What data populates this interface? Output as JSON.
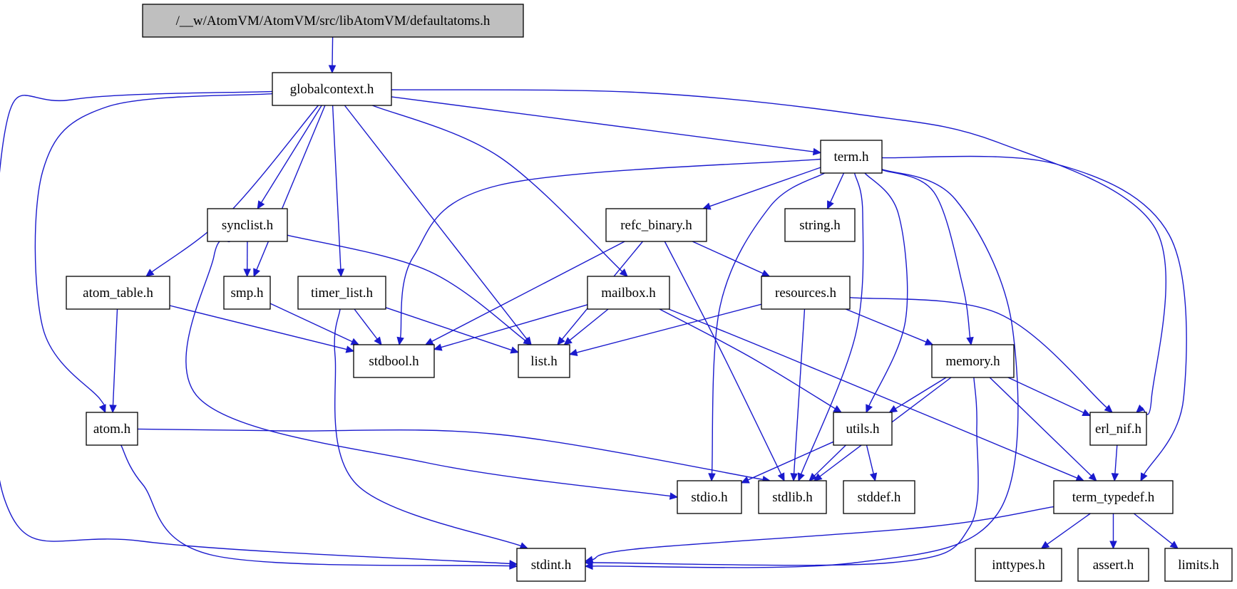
{
  "graph": {
    "nodes": [
      {
        "id": "defaultatoms",
        "label": "/__w/AtomVM/AtomVM/src/libAtomVM/defaultatoms.h",
        "root": true
      },
      {
        "id": "globalcontext",
        "label": "globalcontext.h"
      },
      {
        "id": "term",
        "label": "term.h"
      },
      {
        "id": "synclist",
        "label": "synclist.h"
      },
      {
        "id": "refc_binary",
        "label": "refc_binary.h"
      },
      {
        "id": "string",
        "label": "string.h"
      },
      {
        "id": "atom_table",
        "label": "atom_table.h"
      },
      {
        "id": "smp",
        "label": "smp.h"
      },
      {
        "id": "timer_list",
        "label": "timer_list.h"
      },
      {
        "id": "mailbox",
        "label": "mailbox.h"
      },
      {
        "id": "resources",
        "label": "resources.h"
      },
      {
        "id": "stdbool",
        "label": "stdbool.h"
      },
      {
        "id": "list",
        "label": "list.h"
      },
      {
        "id": "memory",
        "label": "memory.h"
      },
      {
        "id": "atom",
        "label": "atom.h"
      },
      {
        "id": "utils",
        "label": "utils.h"
      },
      {
        "id": "erl_nif",
        "label": "erl_nif.h"
      },
      {
        "id": "stdio",
        "label": "stdio.h"
      },
      {
        "id": "stdlib",
        "label": "stdlib.h"
      },
      {
        "id": "stddef",
        "label": "stddef.h"
      },
      {
        "id": "term_typedef",
        "label": "term_typedef.h"
      },
      {
        "id": "stdint",
        "label": "stdint.h"
      },
      {
        "id": "inttypes",
        "label": "inttypes.h"
      },
      {
        "id": "assert",
        "label": "assert.h"
      },
      {
        "id": "limits",
        "label": "limits.h"
      }
    ],
    "edges": [
      {
        "from": "defaultatoms",
        "to": "globalcontext"
      },
      {
        "from": "globalcontext",
        "to": "term"
      },
      {
        "from": "globalcontext",
        "to": "synclist"
      },
      {
        "from": "globalcontext",
        "to": "atom_table"
      },
      {
        "from": "globalcontext",
        "to": "smp"
      },
      {
        "from": "globalcontext",
        "to": "timer_list"
      },
      {
        "from": "globalcontext",
        "to": "mailbox"
      },
      {
        "from": "globalcontext",
        "to": "list"
      },
      {
        "from": "globalcontext",
        "to": "atom"
      },
      {
        "from": "globalcontext",
        "to": "stdint"
      },
      {
        "from": "globalcontext",
        "to": "erl_nif"
      },
      {
        "from": "term",
        "to": "refc_binary"
      },
      {
        "from": "term",
        "to": "string"
      },
      {
        "from": "term",
        "to": "stdbool"
      },
      {
        "from": "term",
        "to": "stdio"
      },
      {
        "from": "term",
        "to": "stdlib"
      },
      {
        "from": "term",
        "to": "utils"
      },
      {
        "from": "term",
        "to": "memory"
      },
      {
        "from": "term",
        "to": "stdint"
      },
      {
        "from": "term",
        "to": "term_typedef"
      },
      {
        "from": "synclist",
        "to": "smp"
      },
      {
        "from": "synclist",
        "to": "list"
      },
      {
        "from": "synclist",
        "to": "stdio"
      },
      {
        "from": "refc_binary",
        "to": "resources"
      },
      {
        "from": "refc_binary",
        "to": "stdbool"
      },
      {
        "from": "refc_binary",
        "to": "list"
      },
      {
        "from": "refc_binary",
        "to": "stdlib"
      },
      {
        "from": "atom_table",
        "to": "atom"
      },
      {
        "from": "atom_table",
        "to": "stdbool"
      },
      {
        "from": "smp",
        "to": "stdbool"
      },
      {
        "from": "timer_list",
        "to": "stdbool"
      },
      {
        "from": "timer_list",
        "to": "list"
      },
      {
        "from": "timer_list",
        "to": "stdint"
      },
      {
        "from": "mailbox",
        "to": "stdbool"
      },
      {
        "from": "mailbox",
        "to": "list"
      },
      {
        "from": "mailbox",
        "to": "utils"
      },
      {
        "from": "mailbox",
        "to": "term_typedef"
      },
      {
        "from": "resources",
        "to": "list"
      },
      {
        "from": "resources",
        "to": "memory"
      },
      {
        "from": "resources",
        "to": "stdlib"
      },
      {
        "from": "resources",
        "to": "erl_nif"
      },
      {
        "from": "memory",
        "to": "utils"
      },
      {
        "from": "memory",
        "to": "erl_nif"
      },
      {
        "from": "memory",
        "to": "stdlib"
      },
      {
        "from": "memory",
        "to": "term_typedef"
      },
      {
        "from": "memory",
        "to": "stdint"
      },
      {
        "from": "atom",
        "to": "stdlib"
      },
      {
        "from": "atom",
        "to": "stdint"
      },
      {
        "from": "utils",
        "to": "stdio"
      },
      {
        "from": "utils",
        "to": "stdlib"
      },
      {
        "from": "utils",
        "to": "stddef"
      },
      {
        "from": "erl_nif",
        "to": "term_typedef"
      },
      {
        "from": "term_typedef",
        "to": "inttypes"
      },
      {
        "from": "term_typedef",
        "to": "assert"
      },
      {
        "from": "term_typedef",
        "to": "limits"
      },
      {
        "from": "term_typedef",
        "to": "stdint"
      }
    ]
  }
}
